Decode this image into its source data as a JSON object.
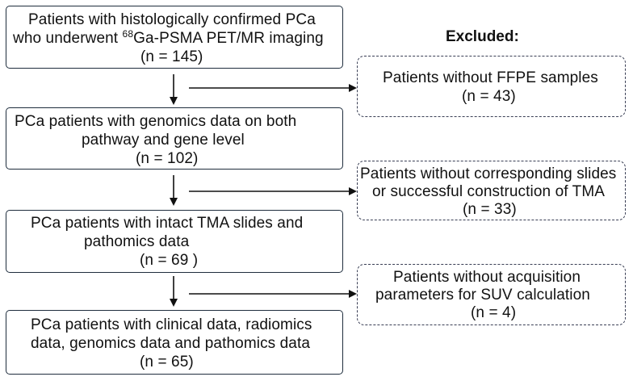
{
  "excluded_heading": "Excluded:",
  "main_steps": [
    {
      "lines": [
        "Patients with histologically confirmed PCa",
        "who underwent ",
        "Ga-PSMA PET/MR imaging",
        "(n = 145)"
      ],
      "superscript": "68"
    },
    {
      "lines": [
        "PCa patients with genomics data on both",
        "pathway and gene level",
        "(n = 102)"
      ]
    },
    {
      "lines": [
        "PCa patients with intact TMA slides and",
        "pathomics data",
        "(n = 69 )"
      ]
    },
    {
      "lines": [
        "PCa patients with clinical data, radiomics",
        "data, genomics data and pathomics data",
        "(n = 65)"
      ]
    }
  ],
  "exclusions": [
    {
      "lines": [
        "Patients without FFPE samples",
        "(n = 43)"
      ]
    },
    {
      "lines": [
        "Patients without corresponding slides",
        "or successful construction of TMA",
        "(n = 33)"
      ]
    },
    {
      "lines": [
        "Patients without acquisition",
        "parameters for SUV calculation",
        "(n = 4)"
      ]
    }
  ],
  "colors": {
    "box_border": "#1f2d3d",
    "dashed_border": "#3a3f55",
    "arrow": "#111111",
    "text": "#111111"
  }
}
